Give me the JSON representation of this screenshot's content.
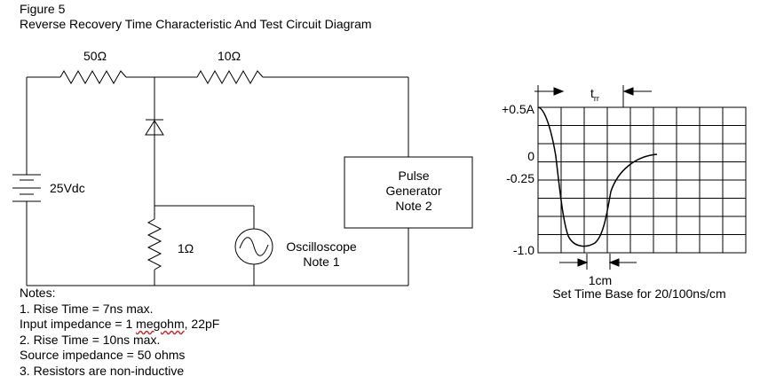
{
  "figure": {
    "number": "Figure 5",
    "title": "Reverse Recovery Time Characteristic And Test Circuit Diagram"
  },
  "circuit": {
    "r1_label": "50Ω",
    "r2_label": "10Ω",
    "r3_label": "1Ω",
    "battery_label": "25Vdc",
    "pulse_generator": [
      "Pulse",
      "Generator",
      "Note 2"
    ],
    "oscilloscope": [
      "Oscilloscope",
      "Note 1"
    ]
  },
  "waveform": {
    "trr_main": "t",
    "trr_sub": "rr",
    "y_labels": [
      "+0.5A",
      "0",
      "-0.25",
      "-1.0"
    ],
    "cm_label": "1cm",
    "timebase_label": "Set Time Base for 20/100ns/cm"
  },
  "notes": {
    "heading": "Notes:",
    "n1": "1. Rise Time = 7ns max.",
    "n1b_pre": "Input impedance = 1 ",
    "n1b_mega": "megohm",
    "n1b_post": ", 22pF",
    "n2": "2. Rise Time = 10ns max.",
    "n2b": "Source impedance = 50 ohms",
    "n3": "3. Resistors are non-inductive"
  }
}
